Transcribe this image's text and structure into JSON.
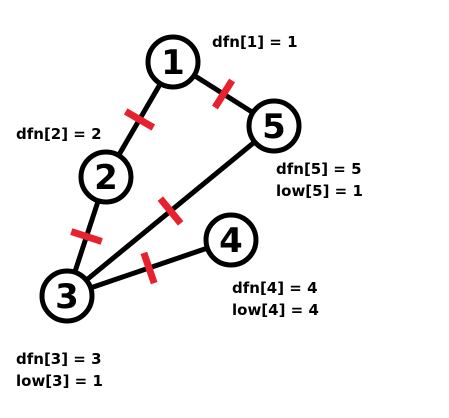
{
  "graph": {
    "nodes": [
      {
        "id": "1",
        "label": "1"
      },
      {
        "id": "2",
        "label": "2"
      },
      {
        "id": "3",
        "label": "3"
      },
      {
        "id": "4",
        "label": "4"
      },
      {
        "id": "5",
        "label": "5"
      }
    ],
    "edges": [
      {
        "from": "1",
        "to": "2",
        "cut": true
      },
      {
        "from": "1",
        "to": "5",
        "cut": true
      },
      {
        "from": "2",
        "to": "3",
        "cut": true
      },
      {
        "from": "3",
        "to": "5",
        "cut": true
      },
      {
        "from": "3",
        "to": "4",
        "cut": true
      }
    ],
    "colors": {
      "edge": "#000000",
      "cut_mark": "#e8212e",
      "node_fill": "#ffffff"
    }
  },
  "annotations": {
    "node1": {
      "dfn": "dfn[1] = 1"
    },
    "node2": {
      "dfn": "dfn[2] = 2"
    },
    "node5": {
      "dfn": "dfn[5] = 5",
      "low": "low[5] = 1"
    },
    "node4": {
      "dfn": "dfn[4] = 4",
      "low": "low[4] = 4"
    },
    "node3": {
      "dfn": "dfn[3] = 3",
      "low": "low[3] = 1"
    }
  }
}
